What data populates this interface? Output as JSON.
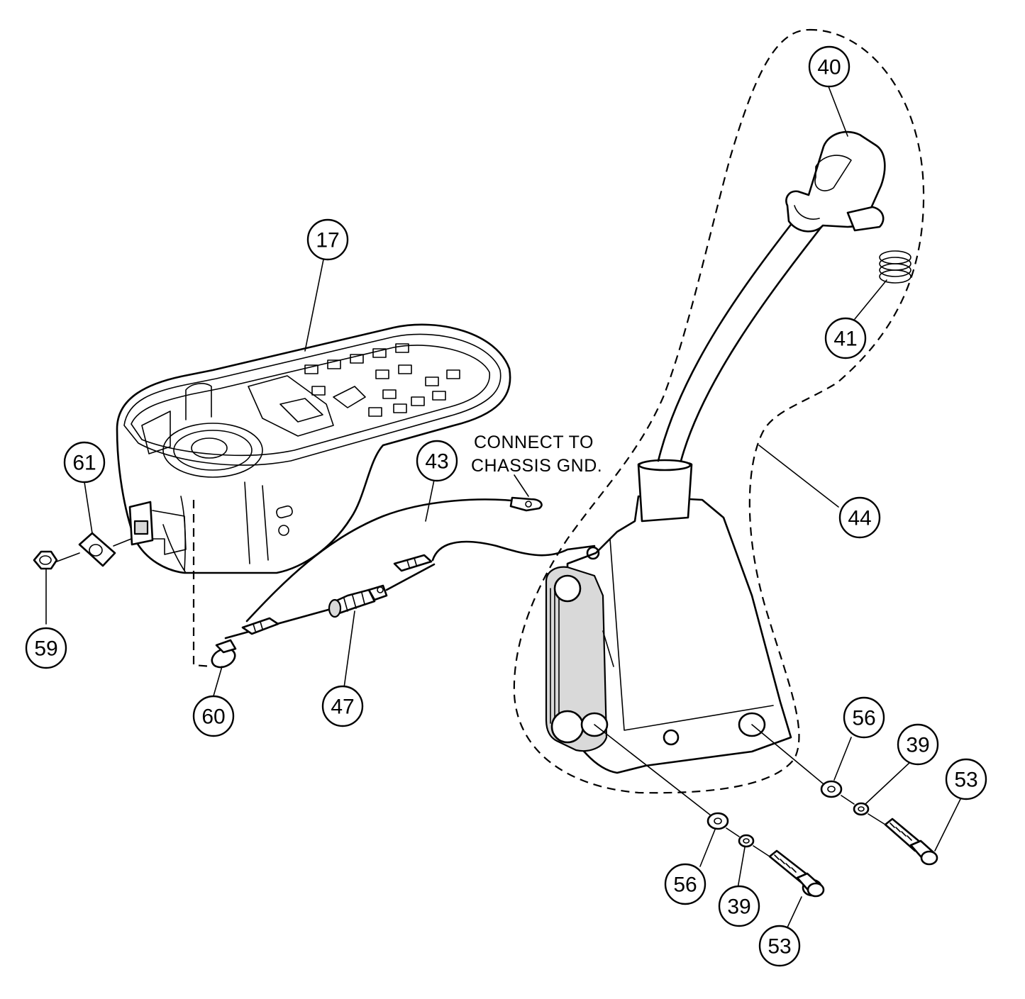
{
  "diagram": {
    "note": {
      "line1": "CONNECT TO",
      "line2": "CHASSIS GND."
    },
    "callouts": [
      {
        "id": "17",
        "label": "17"
      },
      {
        "id": "40",
        "label": "40"
      },
      {
        "id": "41",
        "label": "41"
      },
      {
        "id": "43",
        "label": "43"
      },
      {
        "id": "44",
        "label": "44"
      },
      {
        "id": "47",
        "label": "47"
      },
      {
        "id": "59",
        "label": "59"
      },
      {
        "id": "60",
        "label": "60"
      },
      {
        "id": "61",
        "label": "61"
      },
      {
        "id": "56a",
        "label": "56"
      },
      {
        "id": "39a",
        "label": "39"
      },
      {
        "id": "53a",
        "label": "53"
      },
      {
        "id": "56b",
        "label": "56"
      },
      {
        "id": "39b",
        "label": "39"
      },
      {
        "id": "53b",
        "label": "53"
      }
    ]
  }
}
